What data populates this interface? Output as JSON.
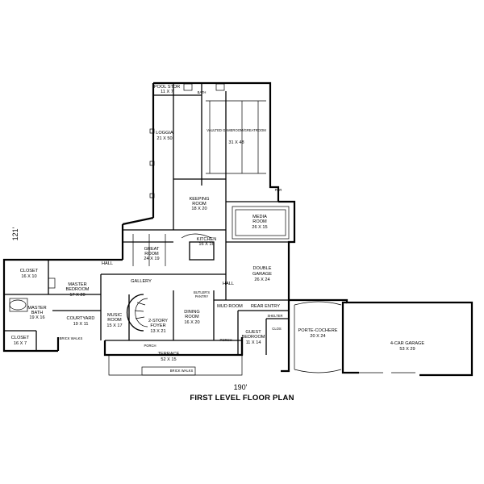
{
  "dimensions": {
    "width_label": "190'",
    "depth_label": "121'"
  },
  "plan_title": "FIRST LEVEL FLOOR PLAN",
  "rooms": {
    "pool_stor": {
      "name": "POOL STOR",
      "size": "11 X 7"
    },
    "bath": {
      "name": "BATH"
    },
    "loggia": {
      "name": "LOGGIA",
      "size": "21 X 50"
    },
    "vaulted_great_room": {
      "name": "VAULTED GAMEROOM/GREATROOM",
      "size": "31 X 48"
    },
    "keeping_room": {
      "name": "KEEPING ROOM",
      "size": "18 X 20"
    },
    "media_room": {
      "name": "MEDIA ROOM",
      "size": "26 X 15"
    },
    "great_room": {
      "name": "GREAT ROOM",
      "size": "24 X 19"
    },
    "kitchen": {
      "name": "KITCHEN",
      "size": "16 X 16"
    },
    "closet_upper": {
      "name": "CLOSET",
      "size": "16 X 10"
    },
    "master_bedroom": {
      "name": "MASTER BEDROOM",
      "size": "17 X 20"
    },
    "hall_left": {
      "name": "HALL"
    },
    "hall_right": {
      "name": "HALL"
    },
    "double_garage": {
      "name": "DOUBLE GARAGE",
      "size": "26 X 24"
    },
    "gallery": {
      "name": "GALLERY"
    },
    "master_bath": {
      "name": "MASTER BATH",
      "size": "19 X 16"
    },
    "courtyard": {
      "name": "COURTYARD",
      "size": "19 X 11"
    },
    "music_room": {
      "name": "MUSIC ROOM",
      "size": "15 X 17"
    },
    "butlers_pantry": {
      "name": "BUTLER'S PANTRY"
    },
    "dining_room": {
      "name": "DINING ROOM",
      "size": "16 X 20"
    },
    "mud_room": {
      "name": "MUD ROOM"
    },
    "rear_entry": {
      "name": "REAR ENTRY"
    },
    "foyer": {
      "name": "2-STORY FOYER",
      "size": "13 X 21"
    },
    "guest_bedroom": {
      "name": "GUEST BEDROOM",
      "size": "11 X 14"
    },
    "porte_cochere": {
      "name": "PORTE-COCHERE",
      "size": "20 X 24"
    },
    "car_garage": {
      "name": "4-CAR GARAGE",
      "size": "53 X 29"
    },
    "closet_lower": {
      "name": "CLOSET",
      "size": "16 X 7"
    },
    "terrace": {
      "name": "TERRACE",
      "size": "52 X 15"
    },
    "porch_left": {
      "name": "PORCH"
    },
    "porch_right": {
      "name": "PORCH"
    },
    "pdr": {
      "name": "PDR"
    },
    "shelter": {
      "name": "SHELTER"
    },
    "clos": {
      "name": "CLOS"
    },
    "brick_walk_left": {
      "name": "BRICK WALKS"
    },
    "brick_walk_center": {
      "name": "BRICK WALKS"
    }
  }
}
